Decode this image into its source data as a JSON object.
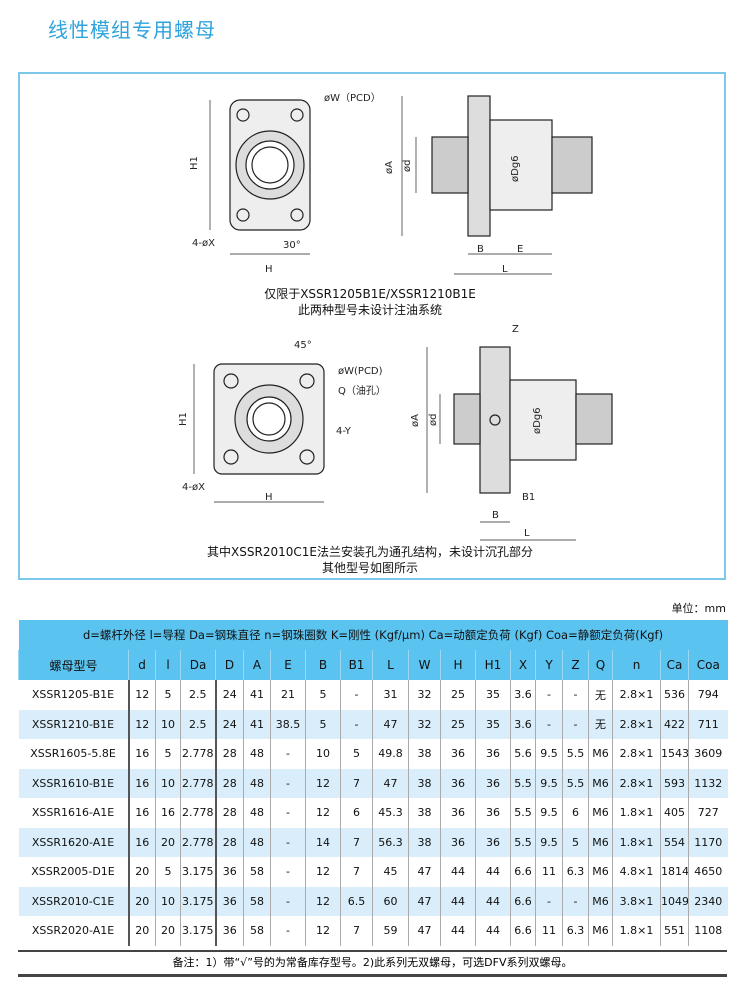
{
  "title": "线性模组专用螺母",
  "diagram1": {
    "pcd": "øW（PCD）",
    "h1": "H1",
    "holes": "4-øX",
    "angle": "30°",
    "h": "H",
    "a": "øA",
    "d": "ød",
    "dg6": "øDg6",
    "b": "B",
    "e": "E",
    "l": "L",
    "caption_line1": "仅限于XSSR1205B1E/XSSR1210B1E",
    "caption_line2": "此两种型号未设计注油系统"
  },
  "diagram2": {
    "angle": "45°",
    "pcd": "øW(PCD)",
    "q": "Q（油孔）",
    "y": "4-Y",
    "h1": "H1",
    "holes": "4-øX",
    "h": "H",
    "z": "Z",
    "a": "øA",
    "d": "ød",
    "dg6": "øDg6",
    "b1": "B1",
    "b": "B",
    "l": "L",
    "caption_line1": "其中XSSR2010C1E法兰安装孔为通孔结构，未设计沉孔部分",
    "caption_line2": "其他型号如图所示"
  },
  "unit": "单位：mm",
  "table": {
    "legend": "d=螺杆外径  l=导程  Da=钢珠直径  n=钢珠圈数  K=刚性 (Kgf/μm)  Ca=动额定负荷 (Kgf)  Coa=静额定负荷(Kgf)",
    "headers": [
      "螺母型号",
      "d",
      "l",
      "Da",
      "D",
      "A",
      "E",
      "B",
      "B1",
      "L",
      "W",
      "H",
      "H1",
      "X",
      "Y",
      "Z",
      "Q",
      "n",
      "Ca",
      "Coa"
    ],
    "rows": [
      [
        "XSSR1205-B1E",
        "12",
        "5",
        "2.5",
        "24",
        "41",
        "21",
        "5",
        "-",
        "31",
        "32",
        "25",
        "35",
        "3.6",
        "-",
        "-",
        "无",
        "2.8×1",
        "536",
        "794"
      ],
      [
        "XSSR1210-B1E",
        "12",
        "10",
        "2.5",
        "24",
        "41",
        "38.5",
        "5",
        "-",
        "47",
        "32",
        "25",
        "35",
        "3.6",
        "-",
        "-",
        "无",
        "2.8×1",
        "422",
        "711"
      ],
      [
        "XSSR1605-5.8E",
        "16",
        "5",
        "2.778",
        "28",
        "48",
        "-",
        "10",
        "5",
        "49.8",
        "38",
        "36",
        "36",
        "5.6",
        "9.5",
        "5.5",
        "M6",
        "2.8×1",
        "1543",
        "3609"
      ],
      [
        "XSSR1610-B1E",
        "16",
        "10",
        "2.778",
        "28",
        "48",
        "-",
        "12",
        "7",
        "47",
        "38",
        "36",
        "36",
        "5.5",
        "9.5",
        "5.5",
        "M6",
        "2.8×1",
        "593",
        "1132"
      ],
      [
        "XSSR1616-A1E",
        "16",
        "16",
        "2.778",
        "28",
        "48",
        "-",
        "12",
        "6",
        "45.3",
        "38",
        "36",
        "36",
        "5.5",
        "9.5",
        "6",
        "M6",
        "1.8×1",
        "405",
        "727"
      ],
      [
        "XSSR1620-A1E",
        "16",
        "20",
        "2.778",
        "28",
        "48",
        "-",
        "14",
        "7",
        "56.3",
        "38",
        "36",
        "36",
        "5.5",
        "9.5",
        "5",
        "M6",
        "1.8×1",
        "554",
        "1170"
      ],
      [
        "XSSR2005-D1E",
        "20",
        "5",
        "3.175",
        "36",
        "58",
        "-",
        "12",
        "7",
        "45",
        "47",
        "44",
        "44",
        "6.6",
        "11",
        "6.3",
        "M6",
        "4.8×1",
        "1814",
        "4650"
      ],
      [
        "XSSR2010-C1E",
        "20",
        "10",
        "3.175",
        "36",
        "58",
        "-",
        "12",
        "6.5",
        "60",
        "47",
        "44",
        "44",
        "6.6",
        "-",
        "-",
        "M6",
        "3.8×1",
        "1049",
        "2340"
      ],
      [
        "XSSR2020-A1E",
        "20",
        "20",
        "3.175",
        "36",
        "58",
        "-",
        "12",
        "7",
        "59",
        "47",
        "44",
        "44",
        "6.6",
        "11",
        "6.3",
        "M6",
        "1.8×1",
        "551",
        "1108"
      ]
    ],
    "note": "备注：1）带“√”号的为常备库存型号。2)此系列无双螺母，可选DFV系列双螺母。"
  }
}
